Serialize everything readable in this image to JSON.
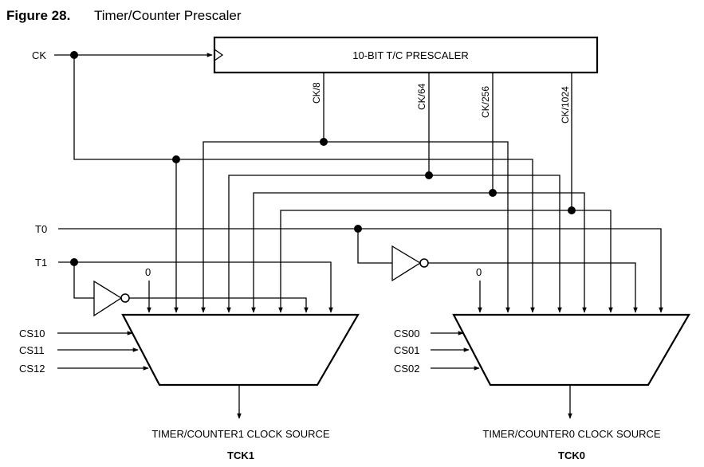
{
  "figure": {
    "number": "Figure 28.",
    "title": "Timer/Counter Prescaler"
  },
  "prescaler": {
    "label": "10-BIT T/C PRESCALER"
  },
  "inputs": {
    "ck": "CK",
    "t0": "T0",
    "t1": "T1"
  },
  "taps": {
    "ck8": "CK/8",
    "ck64": "CK/64",
    "ck256": "CK/256",
    "ck1024": "CK/1024"
  },
  "mux1": {
    "zero": "0",
    "selects": [
      "CS10",
      "CS11",
      "CS12"
    ],
    "output_label": "TIMER/COUNTER1 CLOCK SOURCE",
    "output_name": "TCK1"
  },
  "mux0": {
    "zero": "0",
    "selects": [
      "CS00",
      "CS01",
      "CS02"
    ],
    "output_label": "TIMER/COUNTER0 CLOCK SOURCE",
    "output_name": "TCK0"
  }
}
